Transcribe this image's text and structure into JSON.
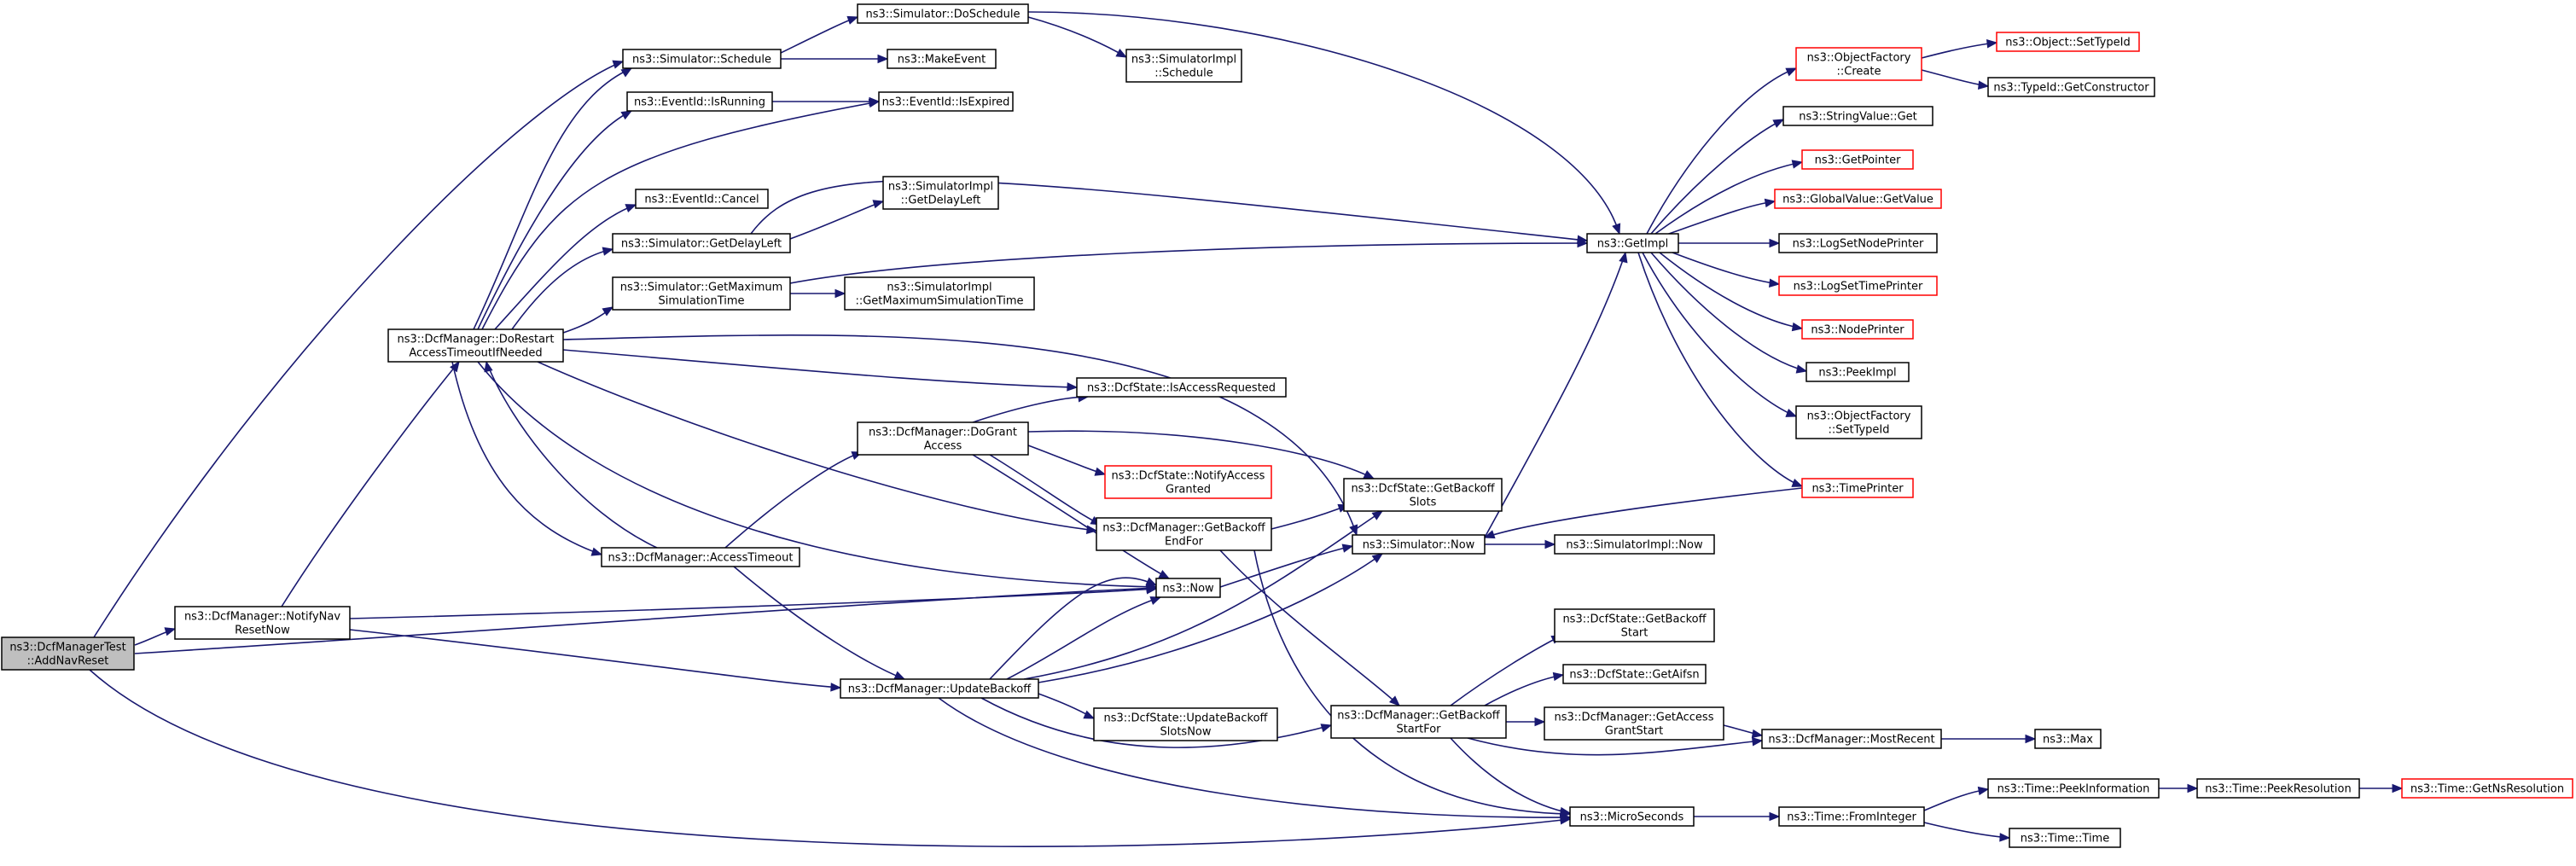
{
  "colors": {
    "edge": "#191970",
    "node_border": "#000000",
    "node_border_incomplete": "#ff0000",
    "root_fill": "#bfbfbf",
    "node_fill": "#ffffff"
  },
  "nodes": [
    {
      "id": "addnavreset",
      "lines": [
        "ns3::DcfManagerTest",
        "::AddNavReset"
      ],
      "root": true
    },
    {
      "id": "notifynavresetnow",
      "lines": [
        "ns3::DcfManager::NotifyNav",
        "ResetNow"
      ]
    },
    {
      "id": "dorestart",
      "lines": [
        "ns3::DcfManager::DoRestart",
        "AccessTimeoutIfNeeded"
      ]
    },
    {
      "id": "accesstimeout",
      "lines": [
        "ns3::DcfManager::AccessTimeout"
      ]
    },
    {
      "id": "updatebackoff",
      "lines": [
        "ns3::DcfManager::UpdateBackoff"
      ]
    },
    {
      "id": "schedule",
      "lines": [
        "ns3::Simulator::Schedule"
      ]
    },
    {
      "id": "isrunning",
      "lines": [
        "ns3::EventId::IsRunning"
      ]
    },
    {
      "id": "cancel",
      "lines": [
        "ns3::EventId::Cancel"
      ]
    },
    {
      "id": "getdelayleft",
      "lines": [
        "ns3::Simulator::GetDelayLeft"
      ]
    },
    {
      "id": "getmaxsim",
      "lines": [
        "ns3::Simulator::GetMaximum",
        "SimulationTime"
      ]
    },
    {
      "id": "doschedule",
      "lines": [
        "ns3::Simulator::DoSchedule"
      ]
    },
    {
      "id": "makeevent",
      "lines": [
        "ns3::MakeEvent"
      ]
    },
    {
      "id": "isexpired",
      "lines": [
        "ns3::EventId::IsExpired"
      ]
    },
    {
      "id": "impl_getdelayleft",
      "lines": [
        "ns3::SimulatorImpl",
        "::GetDelayLeft"
      ]
    },
    {
      "id": "impl_getmaxsim",
      "lines": [
        "ns3::SimulatorImpl",
        "::GetMaximumSimulationTime"
      ]
    },
    {
      "id": "impl_schedule",
      "lines": [
        "ns3::SimulatorImpl",
        "::Schedule"
      ]
    },
    {
      "id": "isaccessrequested",
      "lines": [
        "ns3::DcfState::IsAccessRequested"
      ]
    },
    {
      "id": "dogrant",
      "lines": [
        "ns3::DcfManager::DoGrant",
        "Access"
      ]
    },
    {
      "id": "notifyaccessgranted",
      "lines": [
        "ns3::DcfState::NotifyAccess",
        "Granted"
      ],
      "red": true
    },
    {
      "id": "getbackoffslots",
      "lines": [
        "ns3::DcfState::GetBackoff",
        "Slots"
      ]
    },
    {
      "id": "getbackoffendfor",
      "lines": [
        "ns3::DcfManager::GetBackoff",
        "EndFor"
      ]
    },
    {
      "id": "now",
      "lines": [
        "ns3::Now"
      ]
    },
    {
      "id": "updatebackoffslots",
      "lines": [
        "ns3::DcfState::UpdateBackoff",
        "SlotsNow"
      ]
    },
    {
      "id": "getbackoffstartfor",
      "lines": [
        "ns3::DcfManager::GetBackoff",
        "StartFor"
      ]
    },
    {
      "id": "simnow",
      "lines": [
        "ns3::Simulator::Now"
      ]
    },
    {
      "id": "implnow",
      "lines": [
        "ns3::SimulatorImpl::Now"
      ]
    },
    {
      "id": "getbackoffstart",
      "lines": [
        "ns3::DcfState::GetBackoff",
        "Start"
      ]
    },
    {
      "id": "getaifsn",
      "lines": [
        "ns3::DcfState::GetAifsn"
      ]
    },
    {
      "id": "getaccessgrantstart",
      "lines": [
        "ns3::DcfManager::GetAccess",
        "GrantStart"
      ]
    },
    {
      "id": "mostrecent",
      "lines": [
        "ns3::DcfManager::MostRecent"
      ]
    },
    {
      "id": "max",
      "lines": [
        "ns3::Max"
      ]
    },
    {
      "id": "microseconds",
      "lines": [
        "ns3::MicroSeconds"
      ]
    },
    {
      "id": "frominteger",
      "lines": [
        "ns3::Time::FromInteger"
      ]
    },
    {
      "id": "peekinformation",
      "lines": [
        "ns3::Time::PeekInformation"
      ]
    },
    {
      "id": "time",
      "lines": [
        "ns3::Time::Time"
      ]
    },
    {
      "id": "peekresolution",
      "lines": [
        "ns3::Time::PeekResolution"
      ]
    },
    {
      "id": "getnsresolution",
      "lines": [
        "ns3::Time::GetNsResolution"
      ],
      "red": true
    },
    {
      "id": "getimpl",
      "lines": [
        "ns3::GetImpl"
      ]
    },
    {
      "id": "of_create",
      "lines": [
        "ns3::ObjectFactory",
        "::Create"
      ],
      "red": true
    },
    {
      "id": "settypeid",
      "lines": [
        "ns3::Object::SetTypeId"
      ],
      "red": true
    },
    {
      "id": "getconstructor",
      "lines": [
        "ns3::TypeId::GetConstructor"
      ]
    },
    {
      "id": "stringvalue_get",
      "lines": [
        "ns3::StringValue::Get"
      ]
    },
    {
      "id": "getpointer",
      "lines": [
        "ns3::GetPointer"
      ],
      "red": true
    },
    {
      "id": "globalvalue_get",
      "lines": [
        "ns3::GlobalValue::GetValue"
      ],
      "red": true
    },
    {
      "id": "lognodeprinter",
      "lines": [
        "ns3::LogSetNodePrinter"
      ]
    },
    {
      "id": "logtimeprinter",
      "lines": [
        "ns3::LogSetTimePrinter"
      ],
      "red": true
    },
    {
      "id": "nodeprinter",
      "lines": [
        "ns3::NodePrinter"
      ],
      "red": true
    },
    {
      "id": "peekimpl",
      "lines": [
        "ns3::PeekImpl"
      ]
    },
    {
      "id": "of_settypeid",
      "lines": [
        "ns3::ObjectFactory",
        "::SetTypeId"
      ]
    },
    {
      "id": "timeprinter",
      "lines": [
        "ns3::TimePrinter"
      ],
      "red": true
    }
  ]
}
